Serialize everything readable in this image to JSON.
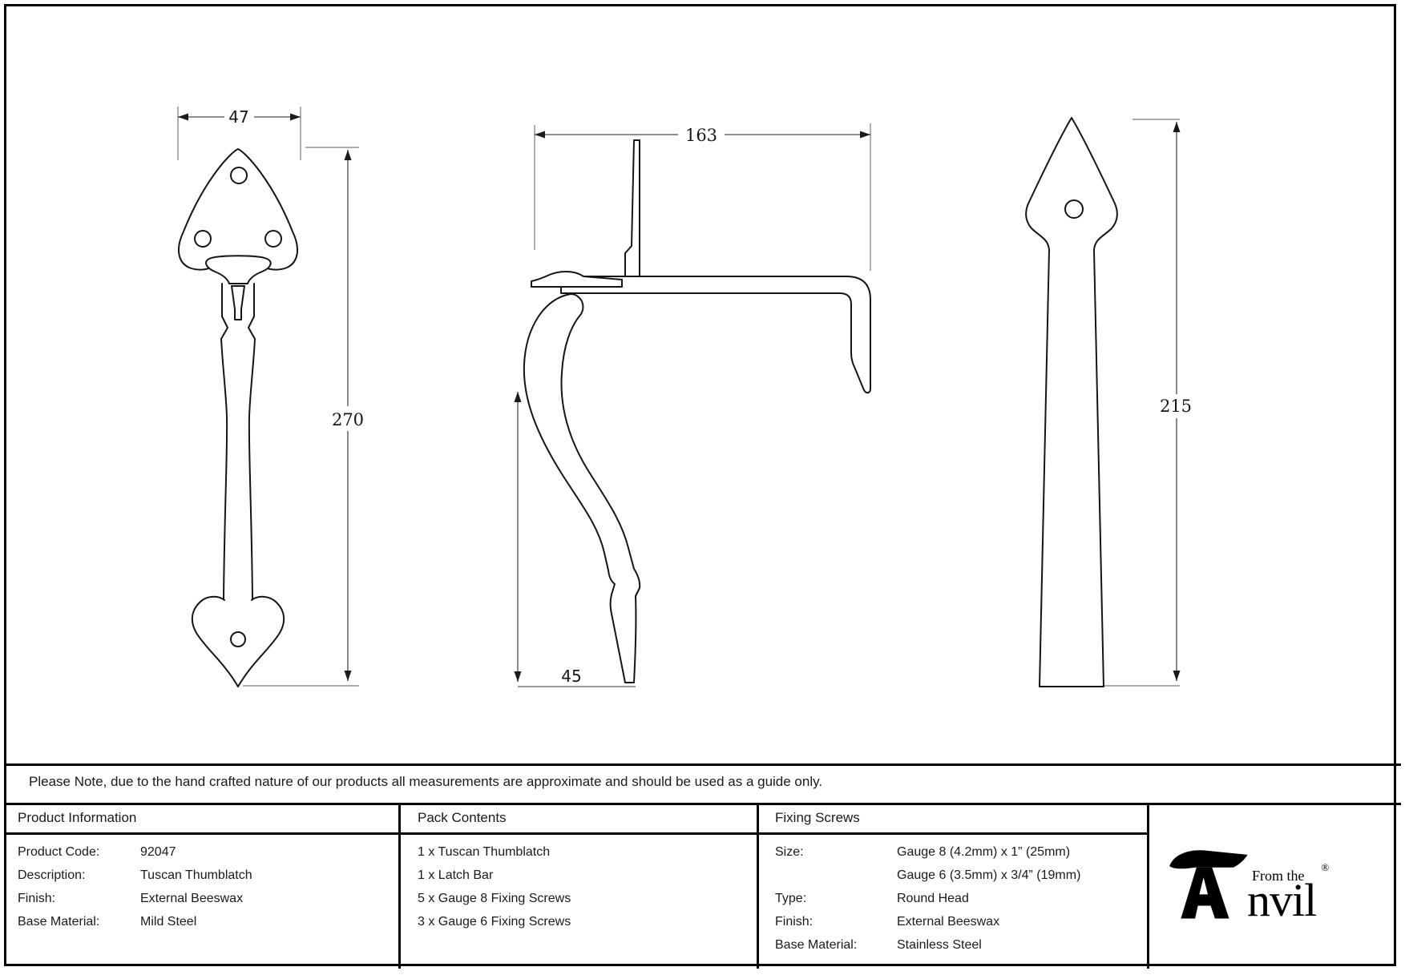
{
  "note": "Please Note, due to the hand crafted nature of our products all measurements are approximate and should be used as a guide only.",
  "drawings": {
    "front_view": {
      "width_dim": "47",
      "height_dim": "270"
    },
    "side_view": {
      "length_dim": "163",
      "offset_dim": "45"
    },
    "latch_bar": {
      "height_dim": "215"
    }
  },
  "table": {
    "product_information": {
      "header": "Product Information",
      "rows": [
        {
          "label": "Product Code:",
          "value": "92047"
        },
        {
          "label": "Description:",
          "value": "Tuscan Thumblatch"
        },
        {
          "label": "Finish:",
          "value": "External Beeswax"
        },
        {
          "label": "Base Material:",
          "value": "Mild Steel"
        }
      ]
    },
    "pack_contents": {
      "header": "Pack Contents",
      "items": [
        "1 x Tuscan Thumblatch",
        "1 x Latch Bar",
        "5 x Gauge 8 Fixing Screws",
        "3 x Gauge 6 Fixing Screws"
      ]
    },
    "fixing_screws": {
      "header": "Fixing Screws",
      "rows": [
        {
          "label": "Size:",
          "value": "Gauge 8 (4.2mm) x 1” (25mm)"
        },
        {
          "label": "",
          "value": "Gauge 6 (3.5mm) x 3/4” (19mm)"
        },
        {
          "label": "Type:",
          "value": "Round Head"
        },
        {
          "label": "Finish:",
          "value": "External Beeswax"
        },
        {
          "label": "Base Material:",
          "value": "Stainless Steel"
        }
      ]
    }
  },
  "logo": {
    "tagline": "From the",
    "name_rest": "nvil",
    "registered": "®"
  },
  "colors": {
    "line": "#151515",
    "dim": "#4a4a4a",
    "background": "#ffffff"
  }
}
